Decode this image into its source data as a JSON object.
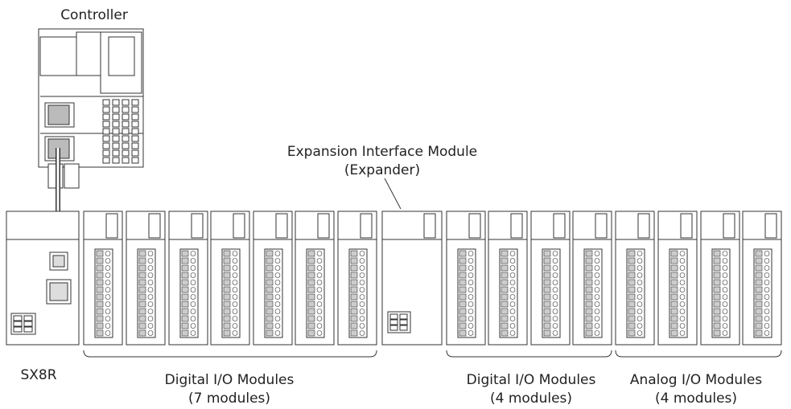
{
  "controller": {
    "label": "Controller"
  },
  "expander": {
    "line1": "Expansion Interface Module",
    "line2": "(Expander)"
  },
  "sx8r": {
    "label": "SX8R"
  },
  "groups": [
    {
      "line1": "Digital I/O Modules",
      "line2": "(7 modules)",
      "count": 7
    },
    {
      "line1": "Digital I/O Modules",
      "line2": "(4 modules)",
      "count": 4
    },
    {
      "line1": "Analog I/O Modules",
      "line2": "(4 modules)",
      "count": 4
    }
  ],
  "colors": {
    "line": "#333333",
    "fill": "#ffffff",
    "accent": "#555555"
  }
}
